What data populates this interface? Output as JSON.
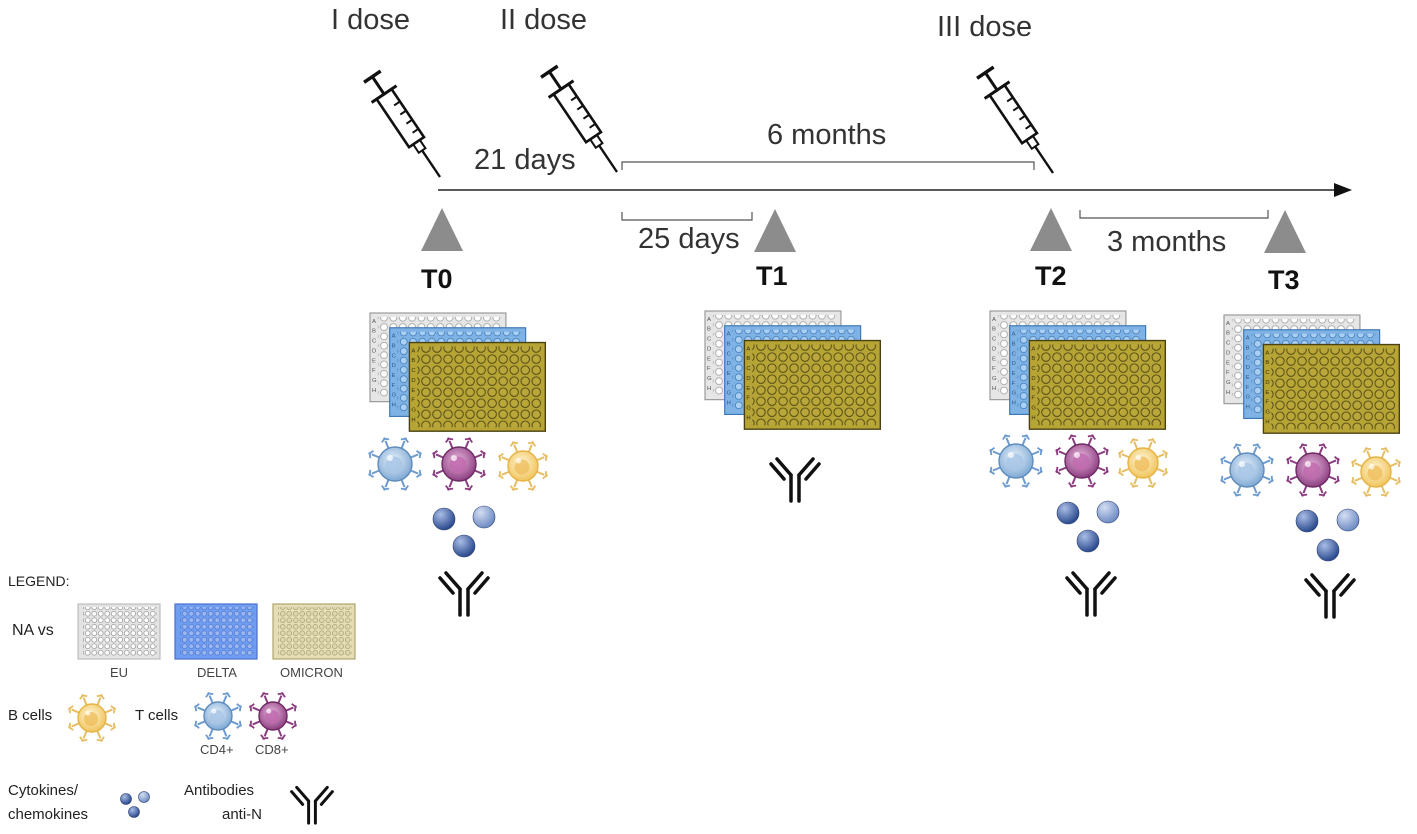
{
  "doses": [
    "I dose",
    "II dose",
    "III dose"
  ],
  "intervals": {
    "dose1_to_dose2": "21 days",
    "dose2_to_dose3": "6 months",
    "dose2_to_t1": "25 days",
    "t2_to_t3": "3 months"
  },
  "timepoints": [
    "T0",
    "T1",
    "T2",
    "T3"
  ],
  "legend": {
    "title": "LEGEND:",
    "na_label": "NA vs",
    "plates": [
      "EU",
      "DELTA",
      "OMICRON"
    ],
    "b_cells": "B cells",
    "t_cells": "T cells",
    "cd4": "CD4+",
    "cd8": "CD8+",
    "cytokines_line1": "Cytokines/",
    "cytokines_line2": "chemokines",
    "antibodies_line1": "Antibodies",
    "antibodies_line2": "anti-N"
  },
  "colors": {
    "plate_eu": "#e6e6e6",
    "plate_delta": "#7fb3e6",
    "plate_omicron": "#b6a535",
    "cd4_cell": "#8fb6dd",
    "cd8_cell": "#9a4f8e",
    "b_cell": "#f2cd72",
    "cytokine": "#3d5fa1",
    "triangle": "#8c8c8c"
  }
}
